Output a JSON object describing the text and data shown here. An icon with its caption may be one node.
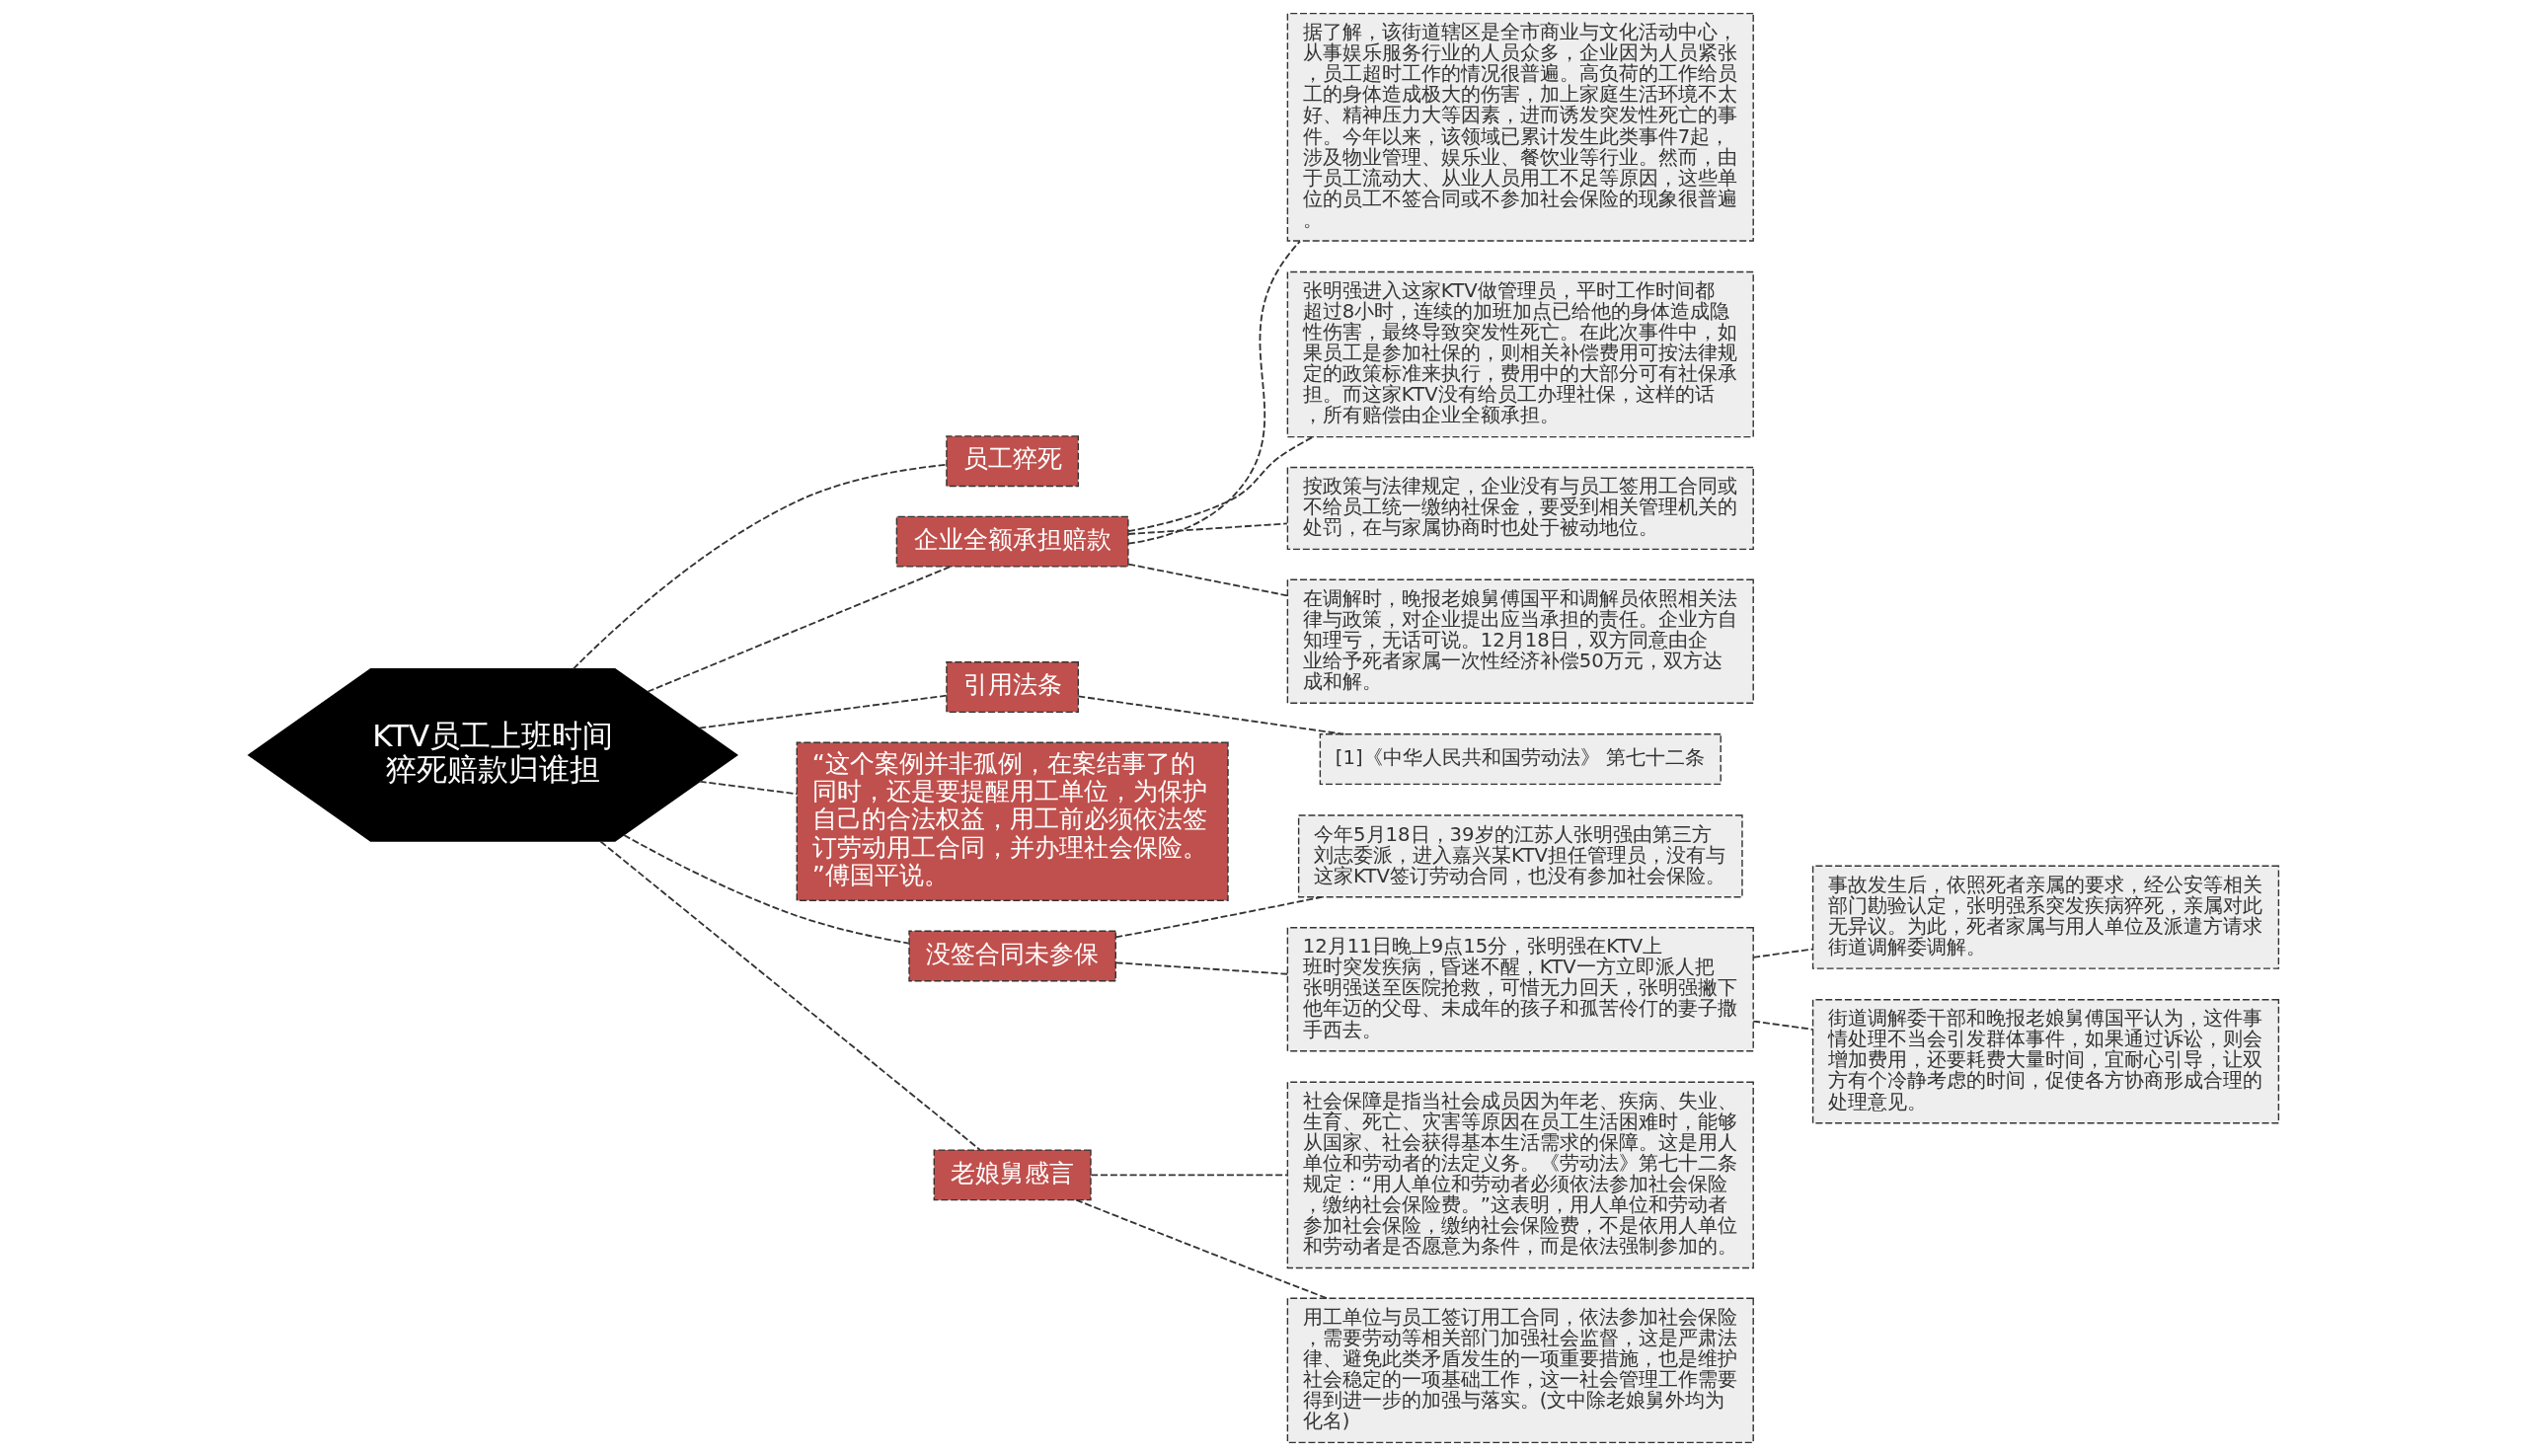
{
  "diagram": {
    "nodes": [
      {
        "text": [
          "KTV员工上班时间猝死赔款归谁担"
        ]
      },
      {
        "text": [
          "员工猝死"
        ]
      },
      {
        "text": [
          "企业全额承担赔款"
        ]
      },
      {
        "text": [
          "据了解，该街道辖区是全市商业与文化活动中心，从事娱乐服务行业的人员众多，企业因为人员紧张，员工超时工作的情况很普遍。高负荷的工作给员工的身体造成极大的伤害，加上家庭生活环境不太好、精神压力大等因素，进而诱发突发性死亡的事件。今年以来，该领域已累计发生此类事件7起，涉及物业管理、娱乐业、餐饮业等行业。然而，由于员工流动大、从业人员用工不足等原因，这些单位的员工不签合同或不参加社会保险的现象很普遍。"
        ]
      },
      {
        "text": [
          "张明强进入这家KTV做管理员，平时工作时间都超过8小时，连续的加班加点已给他的身体造成隐性伤害，最终导致突发性死亡。在此次事件中，如果员工是参加社保的，则相关补偿费用可按法律规定的政策标准来执行，费用中的大部分可有社保承担。而这家KTV没有给员工办理社保，这样的话，所有赔偿由企业全额承担。"
        ]
      },
      {
        "text": [
          "按政策与法律规定，企业没有与员工签用工合同或不给员工统一缴纳社保金，要受到相关管理机关的处罚，在与家属协商时也处于被动地位。"
        ]
      },
      {
        "text": [
          "在调解时，晚报老娘舅傅国平和调解员依照相关法律与政策，对企业提出应当承担的责任。企业方自知理亏，无话可说。12月18日，双方同意由企业给予死者家属一次性经济补偿50万元，双方达成和解。"
        ]
      },
      {
        "text": [
          "引用法条"
        ]
      },
      {
        "text": [
          "[1]《中华人民共和国劳动法》 第七十二条"
        ]
      },
      {
        "text": [
          "“这个案例并非孤例，在案结事了的同时，还是要提醒用工单位，为保护自己的合法权益，用工前必须依法签订劳动用工合同，并办理社会保险。”傅国平说。"
        ]
      },
      {
        "text": [
          "没签合同未参保"
        ]
      },
      {
        "text": [
          "今年5月18日，39岁的江苏人张明强由第三方刘志委派，进入嘉兴某KTV担任管理员，没有与这家KTV签订劳动合同，也没有参加社会保险。"
        ]
      },
      {
        "text": [
          "12月11日晚上9点15分，张明强在KTV上班时突发疾病，昏迷不醒，KTV一方立即派人把张明强送至医院抢救，可惜无力回天，张明强撇下他年迈的父母、未成年的孩子和孤苦伶仃的妻子撒手西去。"
        ]
      },
      {
        "text": [
          "事故发生后，依照死者亲属的要求，经公安等相关部门勘验认定，张明强系突发疾病猝死，亲属对此无异议。为此，死者家属与用人单位及派遣方请求街道调解委调解。"
        ]
      },
      {
        "text": [
          "街道调解委干部和晚报老娘舅傅国平认为，这件事情处理不当会引发群体事件，如果通过诉讼，则会增加费用，还要耗费大量时间，宜耐心引导，让双方有个冷静考虑的时间，促使各方协商形成合理的处理意见。"
        ]
      },
      {
        "text": [
          "老娘舅感言"
        ]
      },
      {
        "text": [
          "社会保障是指当社会成员因为年老、疾病、失业、生育、死亡、灾害等原因在员工生活困难时，能够从国家、社会获得基本生活需求的保障。这是用人单位和劳动者的法定义务。《劳动法》第七十二条规定：“用人单位和劳动者必须依法参加社会保险，缴纳社会保险费。”这表明，用人单位和劳动者参加社会保险，缴纳社会保险费，不是依用人单位和劳动者是否愿意为条件，而是依法强制参加的。"
        ]
      },
      {
        "text": [
          "用工单位与员工签订用工合同，依法参加社会保险，需要劳动等相关部门加强社会监督，这是严肃法律、避免此类矛盾发生的一项重要措施，也是维护社会稳定的一项基础工作，这一社会管理工作需要得到进一步的加强与落实。(文中除老娘舅外均为化名)"
        ]
      }
    ],
    "edges": [
      {
        "from": 0,
        "to": 1,
        "arrow": "none",
        "style": "dashed"
      },
      {
        "from": 0,
        "to": 2,
        "arrow": "none",
        "style": "dashed"
      },
      {
        "from": 2,
        "to": 3,
        "arrow": "none",
        "style": "dashed"
      },
      {
        "from": 2,
        "to": 4,
        "arrow": "none",
        "style": "dashed"
      },
      {
        "from": 2,
        "to": 5,
        "arrow": "none",
        "style": "dashed"
      },
      {
        "from": 2,
        "to": 6,
        "arrow": "none",
        "style": "dashed"
      },
      {
        "from": 0,
        "to": 7,
        "arrow": "none",
        "style": "dashed"
      },
      {
        "from": 7,
        "to": 8,
        "arrow": "none",
        "style": "dashed"
      },
      {
        "from": 0,
        "to": 9,
        "arrow": "none",
        "style": "dashed"
      },
      {
        "from": 0,
        "to": 10,
        "arrow": "none",
        "style": "dashed"
      },
      {
        "from": 10,
        "to": 11,
        "arrow": "none",
        "style": "dashed"
      },
      {
        "from": 10,
        "to": 12,
        "arrow": "none",
        "style": "dashed"
      },
      {
        "from": 12,
        "to": 13,
        "arrow": "none",
        "style": "dashed"
      },
      {
        "from": 12,
        "to": 14,
        "arrow": "none",
        "style": "dashed"
      },
      {
        "from": 0,
        "to": 15,
        "arrow": "none",
        "style": "dashed"
      },
      {
        "from": 15,
        "to": 16,
        "arrow": "none",
        "style": "dashed"
      },
      {
        "from": 15,
        "to": 17,
        "arrow": "none",
        "style": "dashed"
      }
    ]
  }
}
